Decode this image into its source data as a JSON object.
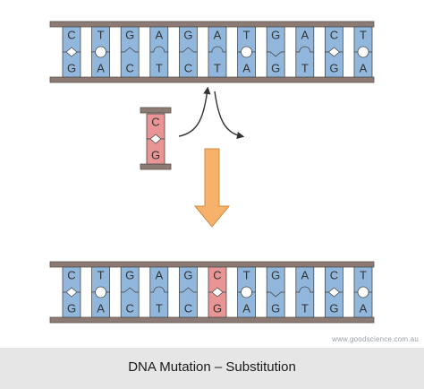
{
  "caption": "DNA Mutation – Substitution",
  "watermark": "www.goodscience.com.au",
  "colors": {
    "backbone": "#8c7b75",
    "base": "#92b7dc",
    "base_stroke": "#4a4a4a",
    "mutated_base": "#e99595",
    "arrow_fill": "#f6b26b",
    "arrow_stroke": "#d08a3a",
    "curve_arrow": "#333333",
    "caption_bar": "#e6e6e6"
  },
  "original_strand": {
    "top": [
      "C",
      "T",
      "G",
      "A",
      "G",
      "A",
      "T",
      "G",
      "A",
      "C",
      "T"
    ],
    "bottom": [
      "G",
      "A",
      "C",
      "T",
      "C",
      "T",
      "A",
      "G",
      "T",
      "G",
      "A"
    ]
  },
  "replacement_pair": {
    "top": "C",
    "bottom": "G"
  },
  "mutated_strand": {
    "top": [
      "C",
      "T",
      "G",
      "A",
      "G",
      "C",
      "T",
      "G",
      "A",
      "C",
      "T"
    ],
    "bottom": [
      "G",
      "A",
      "C",
      "T",
      "C",
      "G",
      "A",
      "G",
      "T",
      "G",
      "A"
    ],
    "mutated_index": 5
  }
}
